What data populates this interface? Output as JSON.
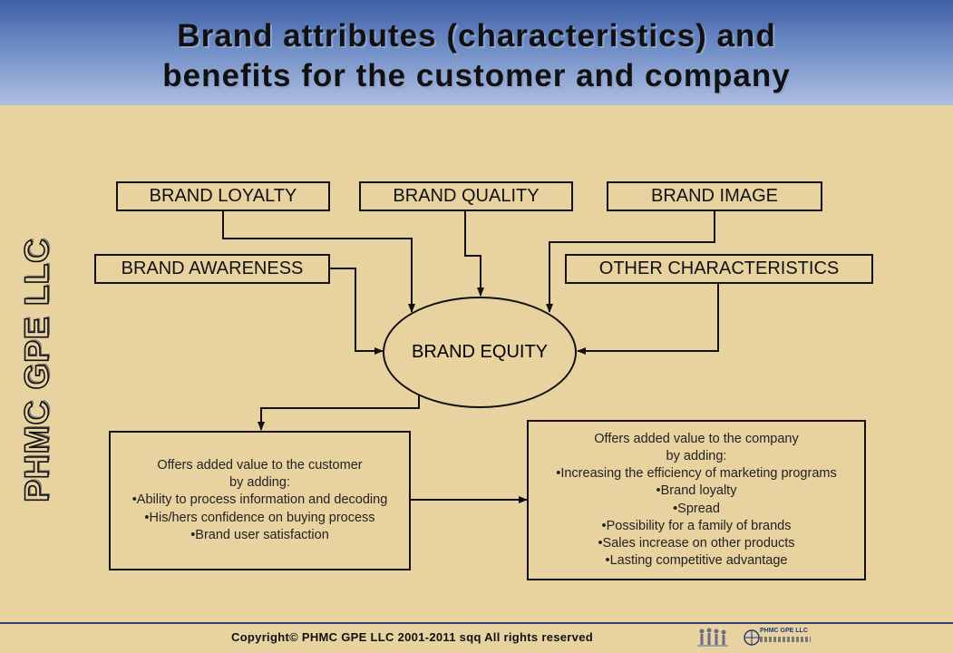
{
  "title": {
    "line1": "Brand attributes (characteristics) and",
    "line2": "benefits for the customer and company"
  },
  "side_logo": "PHMC GPE LLC",
  "attributes": {
    "loyalty": "BRAND LOYALTY",
    "quality": "BRAND QUALITY",
    "image": "BRAND IMAGE",
    "awareness": "BRAND AWARENESS",
    "other": "OTHER CHARACTERISTICS"
  },
  "center": "BRAND EQUITY",
  "customer_box": [
    "Offers added value to the customer",
    "by adding:",
    "•Ability to process information and decoding",
    "•His/hers confidence on buying process",
    "•Brand  user satisfaction"
  ],
  "company_box": [
    "Offers added value to the company",
    "by adding:",
    "•Increasing the efficiency of marketing programs",
    "•Brand loyalty",
    "•Spread",
    "•Possibility for a family of brands",
    "•Sales increase on other products",
    "•Lasting competitive advantage"
  ],
  "footer": {
    "copyright": "Copyright© PHMC GPE LLC 2001-2011 sqq  All rights reserved",
    "brand_logo_text": "PHMC GPE LLC"
  },
  "colors": {
    "background": "#e8d3a0",
    "header_blue": "#3e5ea6",
    "footer_line": "#2f3f7a"
  }
}
